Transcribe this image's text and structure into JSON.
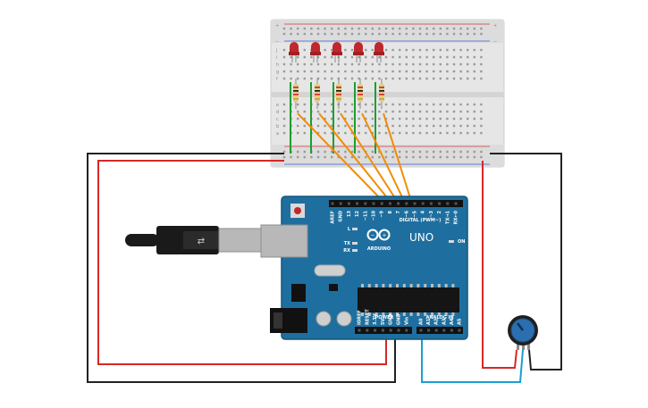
{
  "colors": {
    "breadboard": "#e6e6e6",
    "breadboard_rail": "#d9d9d9",
    "rail_red": "#d33a3a",
    "rail_blue": "#3a5fd3",
    "arduino_blue": "#1e6f9f",
    "arduino_dark": "#155678",
    "wire_red": "#d62828",
    "wire_black": "#222222",
    "wire_orange": "#f28c00",
    "wire_green": "#1e9e2e",
    "wire_cyan": "#1a9fd1",
    "led_red": "#c0282d",
    "resistor_body": "#e9c88b",
    "pot_blue": "#2a6fb0",
    "usb_black": "#1a1a1a",
    "usb_silver": "#b8b8b8"
  },
  "icons": {
    "arduino_logo": "arduino-infinity-logo",
    "reset_button": "reset-button"
  },
  "arduino": {
    "brand": "ARDUINO",
    "model": "UNO",
    "on_label": "ON",
    "tx_label": "TX",
    "rx_label": "RX",
    "l_label": "L",
    "digital_label": "DIGITAL (PWM~)",
    "power_label": "POWER",
    "analog_label": "ANALOG IN",
    "digital_pins": [
      "AREF",
      "GND",
      "13",
      "12",
      "~11",
      "~10",
      "~9",
      "8",
      "7",
      "~6",
      "~5",
      "4",
      "~3",
      "2",
      "TX→1",
      "RX←0"
    ],
    "power_pins": [
      "IOREF",
      "RESET",
      "3.3V",
      "5V",
      "GND",
      "GND",
      "Vin"
    ],
    "analog_pins": [
      "A0",
      "A1",
      "A2",
      "A3",
      "A4",
      "A5"
    ]
  },
  "breadboard": {
    "row_letters_top": [
      "j",
      "i",
      "h",
      "g",
      "f"
    ],
    "row_letters_bottom": [
      "e",
      "d",
      "c",
      "b",
      "a"
    ],
    "rail_plus": "+",
    "rail_minus": "−"
  },
  "components": {
    "led_count": 5,
    "resistor_count": 5
  }
}
